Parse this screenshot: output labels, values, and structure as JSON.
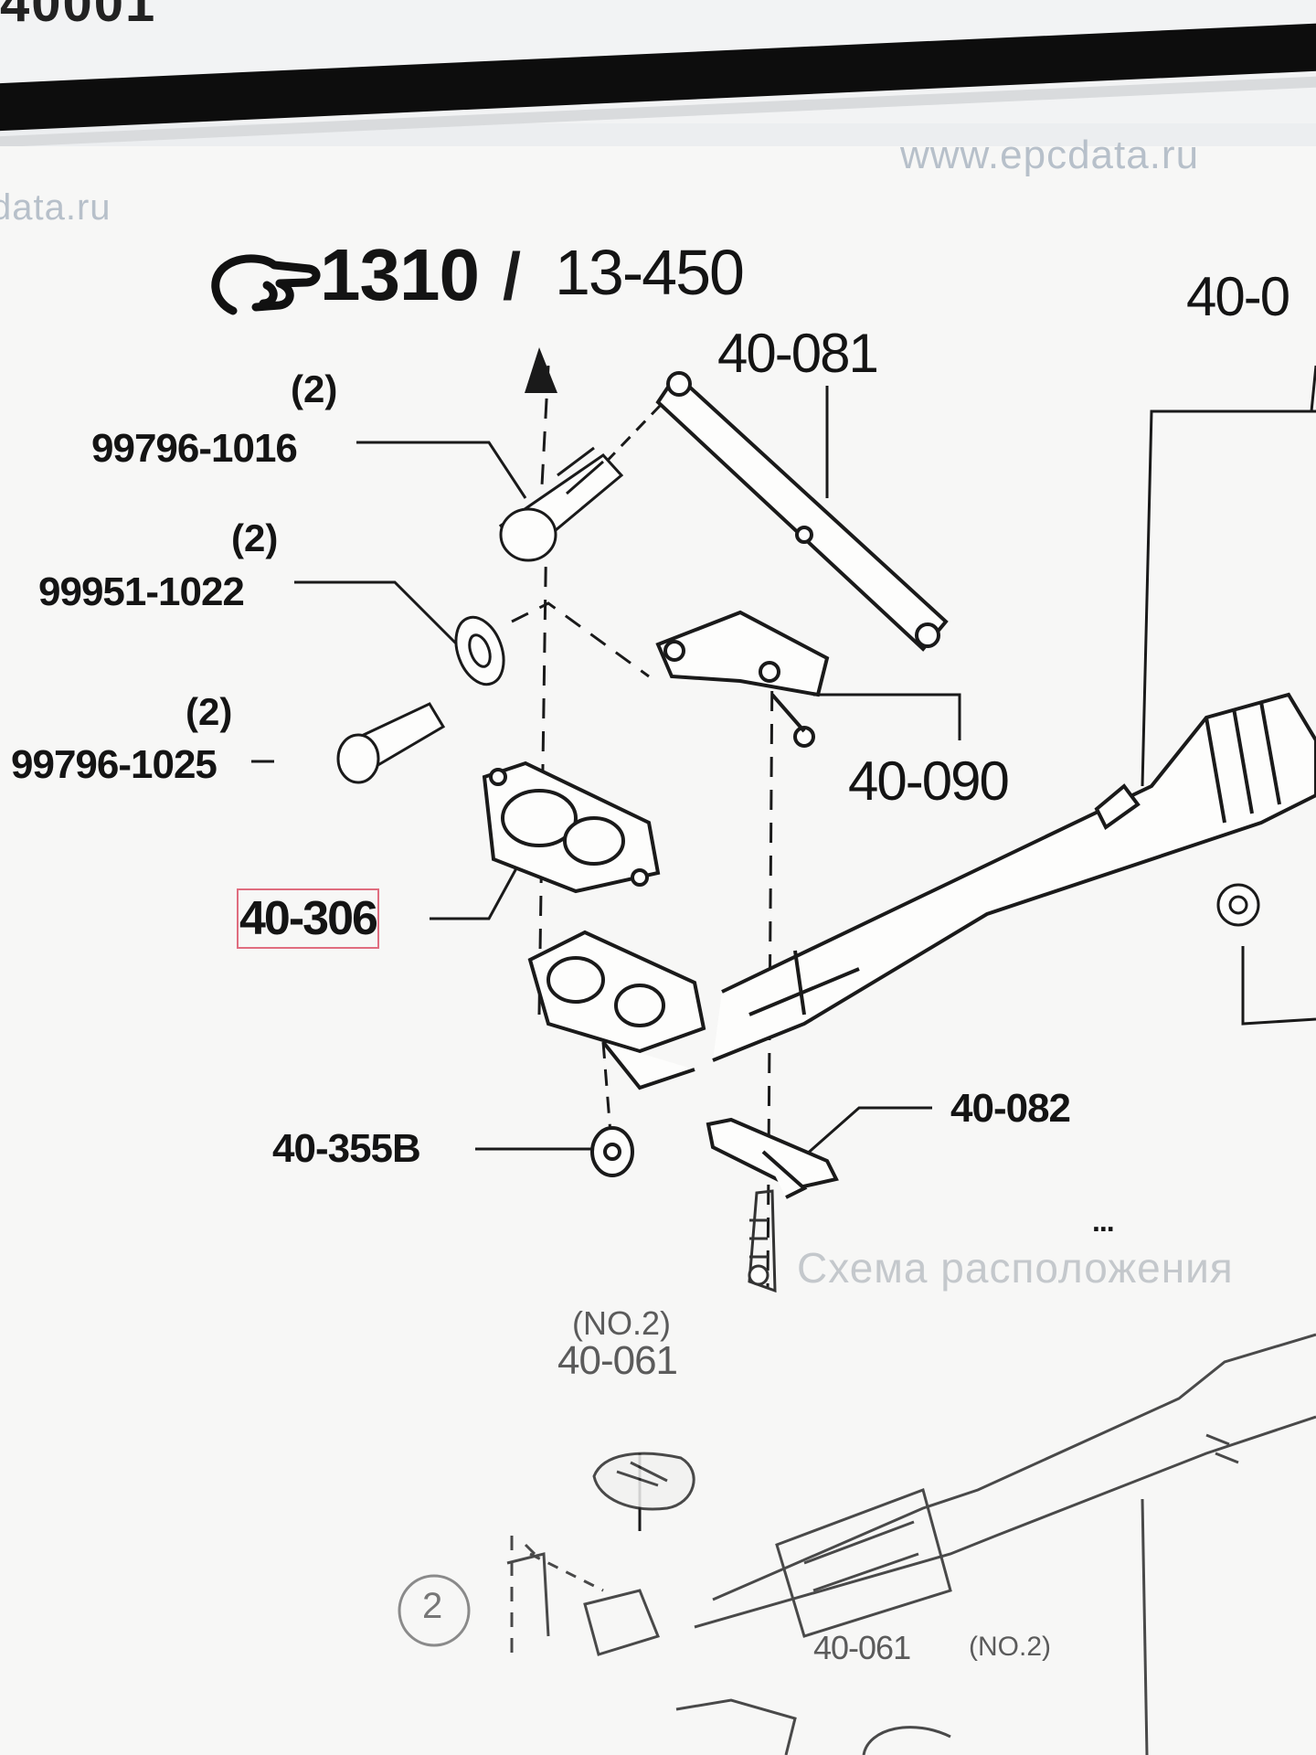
{
  "header": {
    "top_text": "40001"
  },
  "watermarks": {
    "right": "www.epcdata.ru",
    "left": "data.ru"
  },
  "title": {
    "main": "1310",
    "separator": "/",
    "sub": "13-450"
  },
  "labels": {
    "qty_1": "(2)",
    "part_99796_1016": "99796-1016",
    "qty_2": "(2)",
    "part_99951_1022": "99951-1022",
    "qty_3": "(2)",
    "part_99796_1025": "99796-1025",
    "part_40_081": "40-081",
    "part_40_090": "40-090",
    "part_40_306": "40-306",
    "part_40_355b": "40-355B",
    "part_40_082": "40-082",
    "part_40_0": "40-0",
    "no2_top": "(NO.2)",
    "part_40_061": "40-061",
    "part_40_061_no2": "40-061",
    "no2_bottom": "(NO.2)",
    "circle_2": "2",
    "dots": "..."
  },
  "schema_link": "Схема расположения",
  "icons": {
    "pointer": "pointing-hand-icon"
  }
}
